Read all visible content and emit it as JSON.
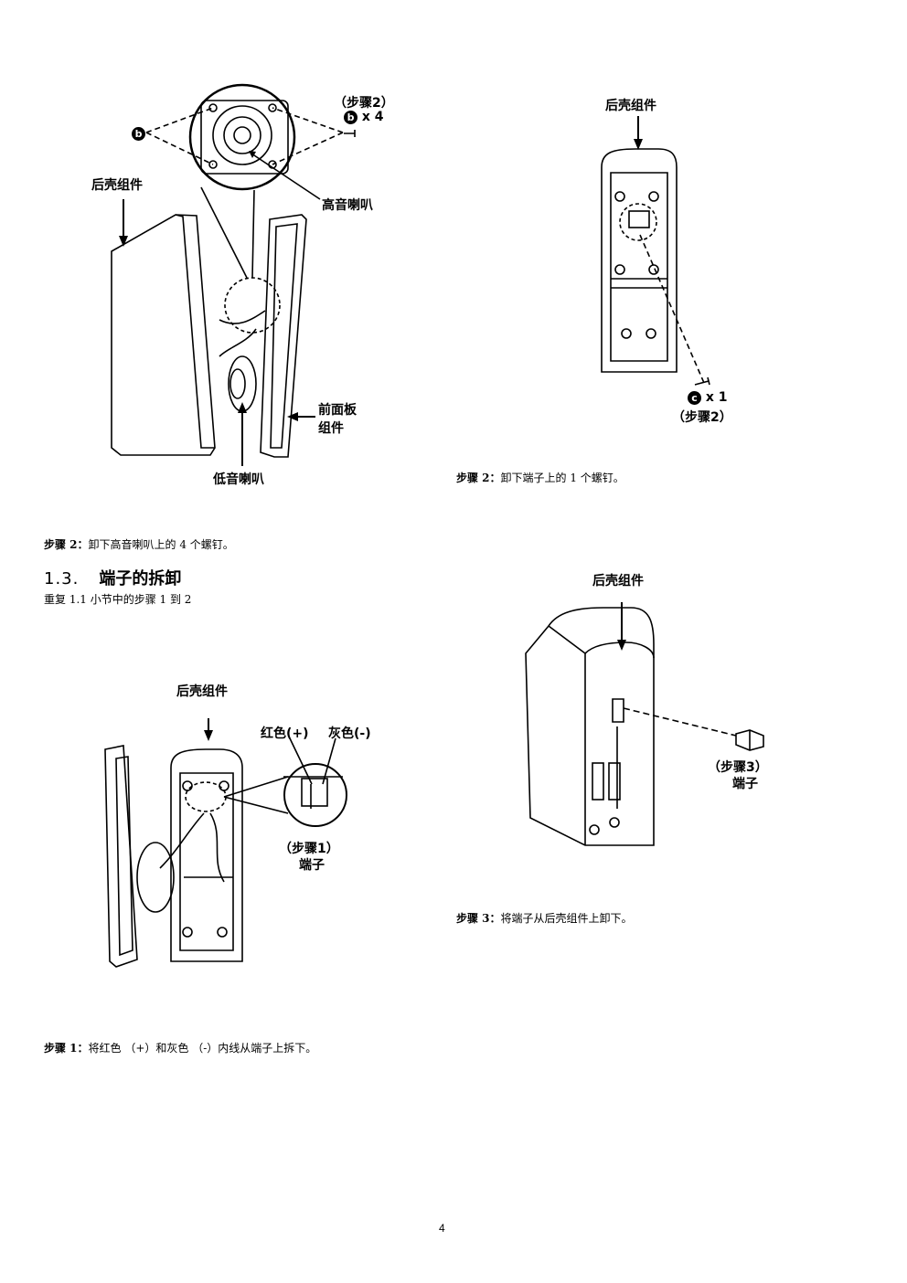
{
  "fig1": {
    "step": "（步骤2）",
    "screw_letter": "b",
    "screw_count": "x 4",
    "rear_case": "后壳组件",
    "tweeter": "高音喇叭",
    "front_panel_line1": "前面板",
    "front_panel_line2": "组件",
    "woofer": "低音喇叭"
  },
  "fig2": {
    "rear_case": "后壳组件",
    "screw_letter": "c",
    "screw_count": "x 1",
    "step": "（步骤2）"
  },
  "captions": {
    "fig1_prefix": "步骤 2：",
    "fig1_text": "卸下高音喇叭上的 4 个螺钉。",
    "fig2_prefix": "步骤 2：",
    "fig2_text": "卸下端子上的 1 个螺钉。",
    "fig3_prefix": "步骤 1：",
    "fig3_text": "将红色 （+）和灰色 （-）内线从端子上拆下。",
    "fig4_prefix": "步骤 3：",
    "fig4_text": "将端子从后壳组件上卸下。"
  },
  "section": {
    "number": "1.3.",
    "title": "端子的拆卸",
    "subtitle": "重复 1.1 小节中的步骤 1 到 2"
  },
  "fig3": {
    "rear_case": "后壳组件",
    "red": "红色(+)",
    "gray": "灰色(-)",
    "step": "（步骤1）",
    "terminal": "端子"
  },
  "fig4": {
    "rear_case": "后壳组件",
    "step": "（步骤3）",
    "terminal": "端子"
  },
  "page_number": "4"
}
